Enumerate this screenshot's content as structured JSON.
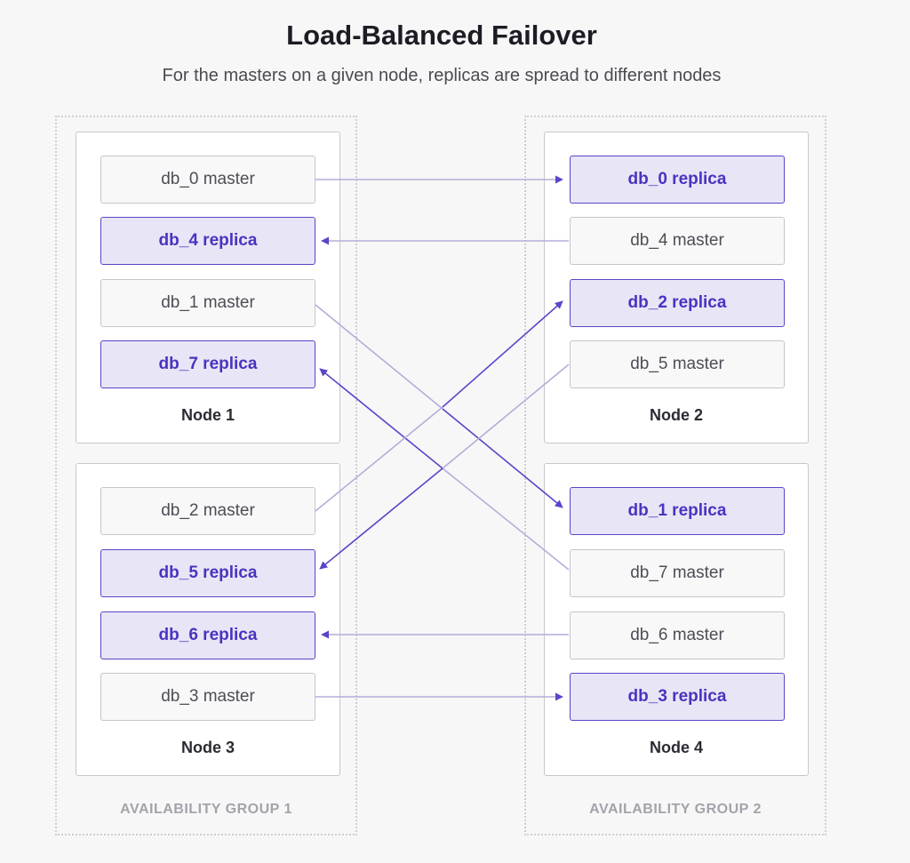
{
  "title": "Load-Balanced Failover",
  "subtitle": "For the masters on a given node, replicas are spread to different nodes",
  "groups": [
    {
      "label": "AVAILABILITY GROUP 1"
    },
    {
      "label": "AVAILABILITY GROUP 2"
    }
  ],
  "nodes": [
    {
      "label": "Node 1",
      "items": [
        {
          "label": "db_0 master"
        },
        {
          "label": "db_4 replica"
        },
        {
          "label": "db_1 master"
        },
        {
          "label": "db_7 replica"
        }
      ]
    },
    {
      "label": "Node 2",
      "items": [
        {
          "label": "db_0 replica"
        },
        {
          "label": "db_4 master"
        },
        {
          "label": "db_2 replica"
        },
        {
          "label": "db_5 master"
        }
      ]
    },
    {
      "label": "Node 3",
      "items": [
        {
          "label": "db_2 master"
        },
        {
          "label": "db_5 replica"
        },
        {
          "label": "db_6 replica"
        },
        {
          "label": "db_3 master"
        }
      ]
    },
    {
      "label": "Node 4",
      "items": [
        {
          "label": "db_1 replica"
        },
        {
          "label": "db_7 master"
        },
        {
          "label": "db_6 master"
        },
        {
          "label": "db_3 replica"
        }
      ]
    }
  ],
  "colors": {
    "accent": "#5b45c8",
    "connector": "#b3aed8"
  }
}
